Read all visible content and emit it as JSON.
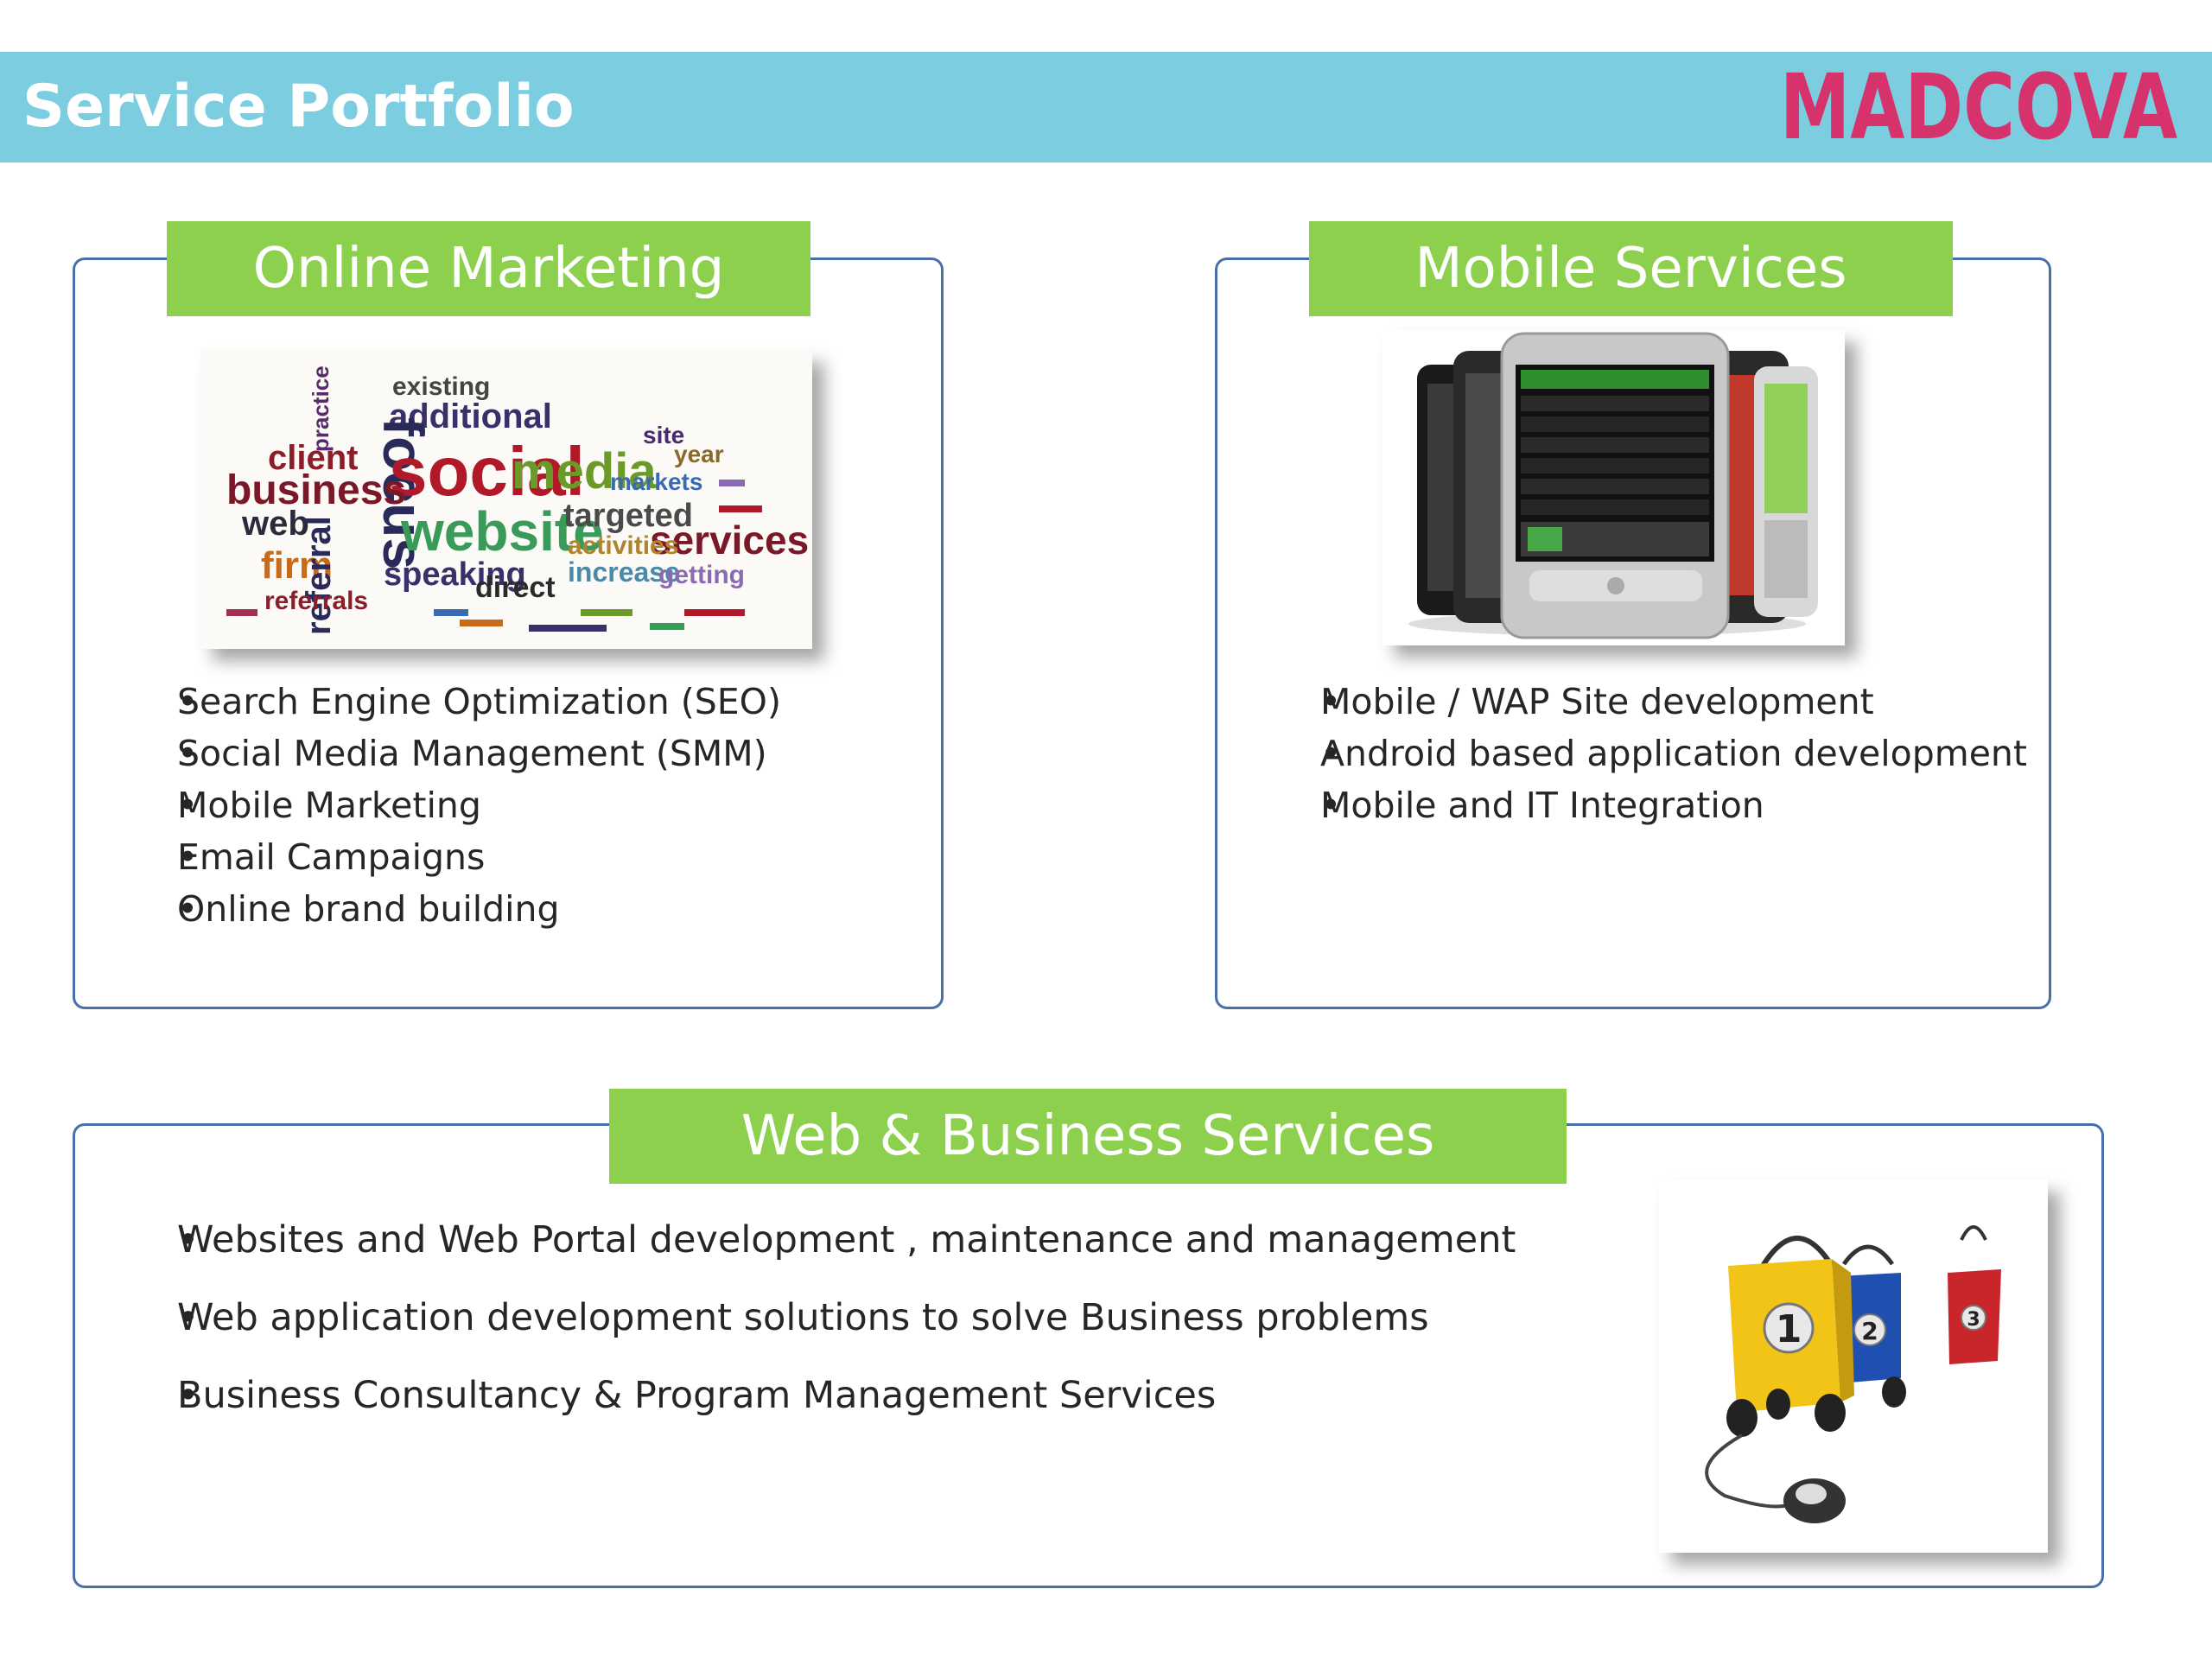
{
  "header": {
    "title": "Service Portfolio",
    "logo_text": "MADCOVA",
    "background_color": "#7ccde0"
  },
  "sections": {
    "online_marketing": {
      "title": "Online Marketing",
      "image": "word-cloud",
      "word_cloud": [
        "existing",
        "additional",
        "practice",
        "client",
        "focus",
        "social",
        "media",
        "business",
        "web",
        "website",
        "targeted",
        "services",
        "firm",
        "speaking",
        "referral",
        "increase",
        "getting",
        "direct",
        "markets",
        "year",
        "site",
        "activities",
        "referrals"
      ],
      "bullets": [
        "Search Engine Optimization (SEO)",
        "Social Media Management (SMM)",
        "Mobile Marketing",
        "Email Campaigns",
        "Online brand building"
      ]
    },
    "mobile_services": {
      "title": "Mobile Services",
      "image": "smartphones",
      "bullets": [
        "Mobile / WAP Site development",
        "Android based application development",
        "Mobile and IT Integration"
      ]
    },
    "web_business": {
      "title": "Web & Business Services",
      "image": "shopping-bags-with-mouse",
      "bag_numbers": [
        "1",
        "2",
        "3"
      ],
      "bullets": [
        "Websites and Web Portal development , maintenance and management",
        "Web application development solutions to solve Business problems",
        "Business Consultancy & Program Management Services"
      ]
    }
  },
  "colors": {
    "accent_green": "#8dd04e",
    "box_border": "#4a6fa8"
  }
}
